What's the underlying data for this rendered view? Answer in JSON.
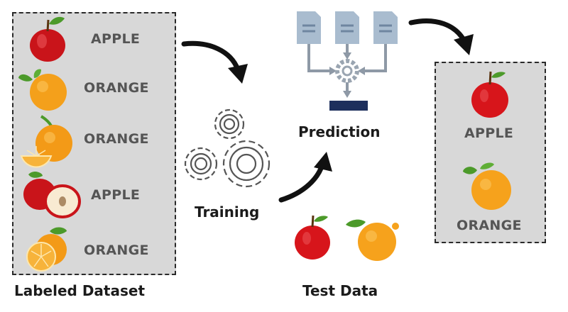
{
  "dataset": {
    "title": "Labeled Dataset",
    "rows": [
      {
        "label": "APPLE",
        "icon": "apple-icon"
      },
      {
        "label": "ORANGE",
        "icon": "orange-icon"
      },
      {
        "label": "ORANGE",
        "icon": "orange-slice-icon"
      },
      {
        "label": "APPLE",
        "icon": "apple-half-icon"
      },
      {
        "label": "ORANGE",
        "icon": "orange-slice-icon"
      }
    ]
  },
  "training": {
    "label": "Training",
    "icon": "gears-icon"
  },
  "prediction": {
    "label": "Prediction",
    "icon": "documents-gear-icon"
  },
  "test_data": {
    "label": "Test Data",
    "icons": [
      "apple-icon",
      "orange-icon"
    ]
  },
  "output": {
    "items": [
      {
        "label": "APPLE",
        "icon": "apple-icon"
      },
      {
        "label": "ORANGE",
        "icon": "orange-icon"
      }
    ]
  },
  "colors": {
    "panel_bg": "#d8d8d8",
    "apple_red": "#d7151b",
    "orange": "#f6a21c",
    "leaf_green": "#4c9a2a",
    "doc_blue": "#9fb4c9",
    "bar_navy": "#1d2f5c",
    "label_gray": "#555555"
  }
}
